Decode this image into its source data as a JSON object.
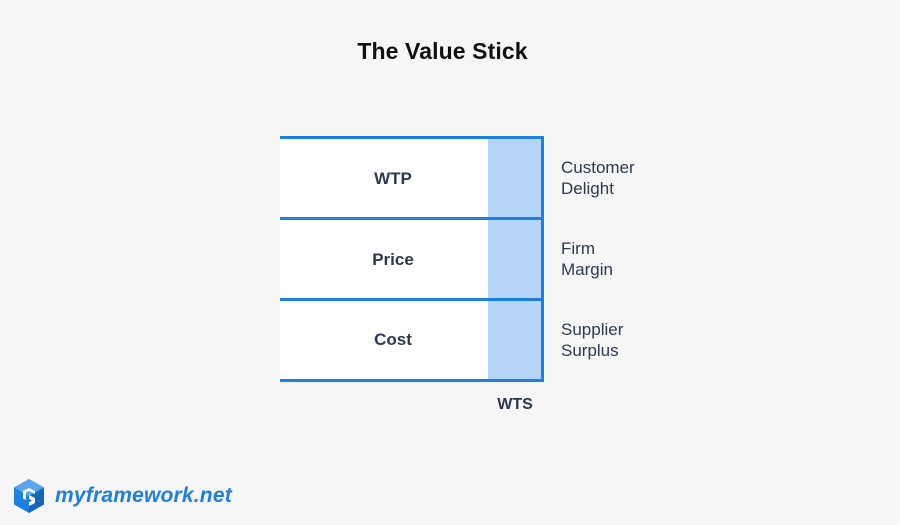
{
  "title": "The Value Stick",
  "rows": [
    {
      "label": "WTP",
      "side_line1": "Customer",
      "side_line2": "Delight"
    },
    {
      "label": "Price",
      "side_line1": "Firm",
      "side_line2": "Margin"
    },
    {
      "label": "Cost",
      "side_line1": "Supplier",
      "side_line2": "Surplus"
    }
  ],
  "wts_label": "WTS",
  "brand": {
    "text": "myframework.net",
    "icon": "cube-logo-icon"
  },
  "colors": {
    "background": "#f6f6f6",
    "border": "#1d7fe0",
    "stick_fill": "#b3d4f7",
    "cell_fill": "#ffffff",
    "text": "#2b3a4f",
    "brand": "#1d7fe0"
  }
}
